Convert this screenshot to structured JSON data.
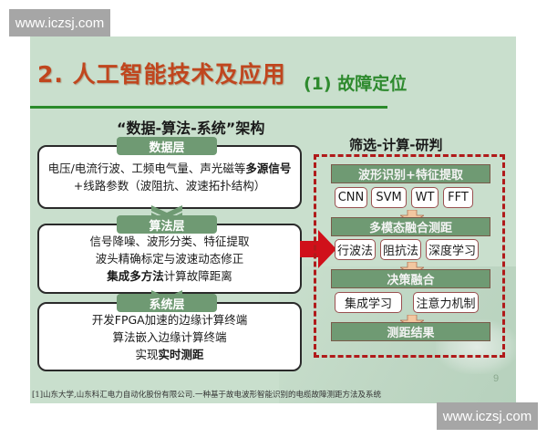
{
  "watermark": {
    "top": "www.iczsj.com",
    "bottom": "www.iczsj.com"
  },
  "slide": {
    "title": "2. 人工智能技术及应用",
    "subtitle": "(1) 故障定位",
    "colors": {
      "title": "#c0461e",
      "subtitle": "#2e8a2e",
      "rule": "#2a8a2a",
      "layer_tag": "#6f9a73",
      "frame": "#b01a1a",
      "arrow": "#d0101a"
    },
    "left": {
      "heading": "“数据-算法-系统”架构",
      "layers": [
        {
          "tag": "数据层",
          "lines": [
            {
              "normal": "电压/电流行波、工频电气量、声光磁等",
              "bold": "多源信号"
            },
            {
              "normal": "+线路参数（波阻抗、波速拓扑结构）"
            }
          ]
        },
        {
          "tag": "算法层",
          "lines": [
            {
              "normal": "信号降噪、波形分类、特征提取"
            },
            {
              "normal": "波头精确标定与波速动态修正"
            },
            {
              "bold": "集成多方法",
              "normal": "计算故障距离"
            }
          ]
        },
        {
          "tag": "系统层",
          "lines": [
            {
              "normal": "开发FPGA加速的边缘计算终端"
            },
            {
              "normal": "算法嵌入边缘计算终端"
            },
            {
              "normal": "实现",
              "bold": "实时测距"
            }
          ]
        }
      ]
    },
    "right": {
      "heading": "筛选-计算-研判",
      "steps": [
        {
          "label": "波形识别+特征提取",
          "chips": [
            "CNN",
            "SVM",
            "WT",
            "FFT"
          ]
        },
        {
          "label": "多模态融合测距",
          "chips": [
            "行波法",
            "阻抗法",
            "深度学习"
          ]
        },
        {
          "label": "决策融合",
          "chips": [
            "集成学习",
            "注意力机制"
          ]
        },
        {
          "label": "测距结果",
          "chips": []
        }
      ]
    },
    "page_number": "9",
    "footnote": "[1]山东大学,山东科汇电力自动化股份有限公司.一种基于故电波形智能识别的电缆故障测距方法及系统"
  }
}
